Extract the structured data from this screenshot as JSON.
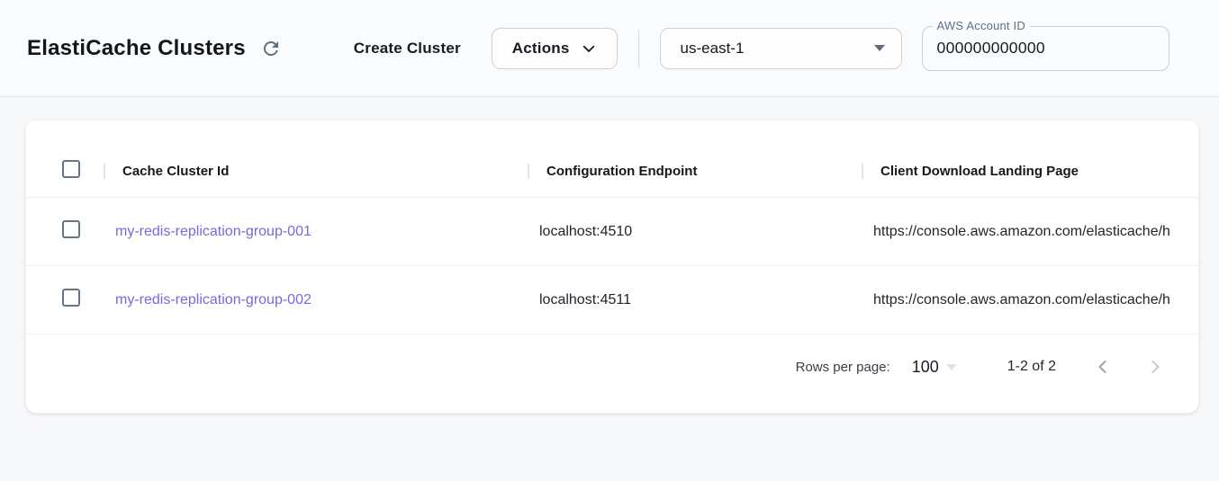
{
  "header": {
    "title": "ElastiCache Clusters",
    "create_cluster_label": "Create Cluster",
    "actions_label": "Actions",
    "region": "us-east-1",
    "account_id_label": "AWS Account ID",
    "account_id_value": "000000000000"
  },
  "table": {
    "columns": [
      "Cache Cluster Id",
      "Configuration Endpoint",
      "Client Download Landing Page"
    ],
    "rows": [
      {
        "cache_cluster_id": "my-redis-replication-group-001",
        "configuration_endpoint": "localhost:4510",
        "client_download_landing_page": "https://console.aws.amazon.com/elasticache/h"
      },
      {
        "cache_cluster_id": "my-redis-replication-group-002",
        "configuration_endpoint": "localhost:4511",
        "client_download_landing_page": "https://console.aws.amazon.com/elasticache/h"
      }
    ]
  },
  "pagination": {
    "rows_per_page_label": "Rows per page:",
    "rows_per_page_value": "100",
    "range_label": "1-2 of 2"
  },
  "icons": {
    "refresh": "refresh-icon",
    "actions_chevron": "chevron-down-icon",
    "region_caret": "dropdown-caret-icon",
    "rows_per_page_caret": "dropdown-caret-icon",
    "prev": "chevron-left-icon",
    "next": "chevron-right-icon"
  },
  "colors": {
    "link": "#7a67d8",
    "checkbox_border": "#64748b",
    "page_background": "#f7f8fa",
    "toolbar_background": "#fafbfc",
    "card_background": "#ffffff"
  }
}
